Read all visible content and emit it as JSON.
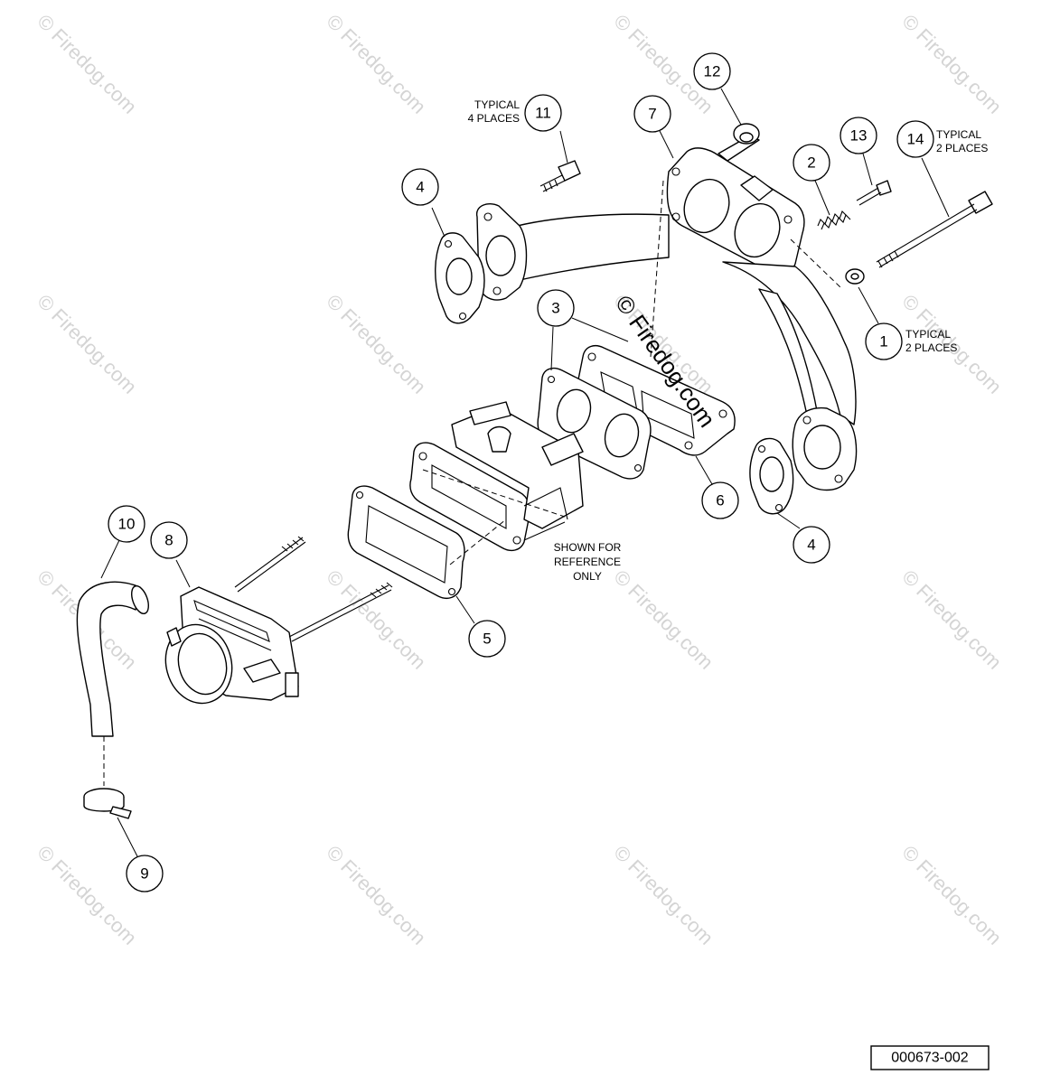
{
  "diagram_code": "000673-002",
  "watermark_text": "© Firedog.com",
  "callouts": [
    {
      "id": "c1",
      "label": "1",
      "note": "TYPICAL\n2 PLACES"
    },
    {
      "id": "c2",
      "label": "2"
    },
    {
      "id": "c3",
      "label": "3"
    },
    {
      "id": "c4a",
      "label": "4"
    },
    {
      "id": "c4b",
      "label": "4"
    },
    {
      "id": "c5",
      "label": "5"
    },
    {
      "id": "c6",
      "label": "6"
    },
    {
      "id": "c7",
      "label": "7"
    },
    {
      "id": "c8",
      "label": "8"
    },
    {
      "id": "c9",
      "label": "9"
    },
    {
      "id": "c10",
      "label": "10"
    },
    {
      "id": "c11",
      "label": "11",
      "note": "TYPICAL\n4 PLACES"
    },
    {
      "id": "c12",
      "label": "12"
    },
    {
      "id": "c13",
      "label": "13"
    },
    {
      "id": "c14",
      "label": "14",
      "note": "TYPICAL\n2 PLACES"
    }
  ],
  "reference_note": "SHOWN FOR\nREFERENCE\nONLY"
}
